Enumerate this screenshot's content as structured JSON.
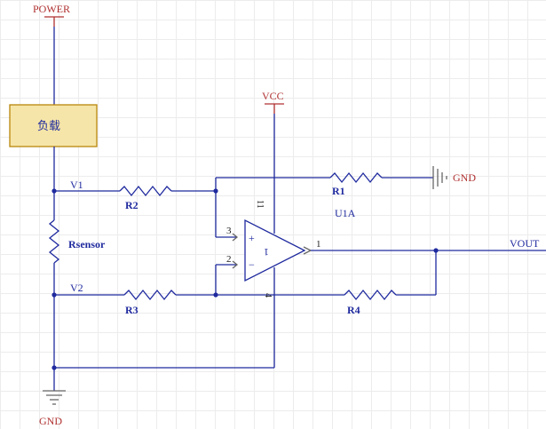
{
  "labels": {
    "power": "POWER",
    "vcc": "VCC",
    "gnd_bottom": "GND",
    "gnd_right": "GND",
    "load": "负载",
    "v1": "V1",
    "v2": "V2",
    "r1": "R1",
    "r2": "R2",
    "r3": "R3",
    "r4": "R4",
    "rsensor": "Rsensor",
    "u1a": "U1A",
    "vout": "VOUT"
  },
  "opamp": {
    "pin_noninv": "3",
    "pin_inv": "2",
    "pin_out": "1",
    "pin_vcc": "11",
    "pin_gnd": "4",
    "plus": "+",
    "minus": "−",
    "unit": "1"
  },
  "colors": {
    "wire": "#1f2a9e",
    "power": "#b03030",
    "load_fill": "#f5e5a8",
    "load_border": "#b8860b"
  }
}
